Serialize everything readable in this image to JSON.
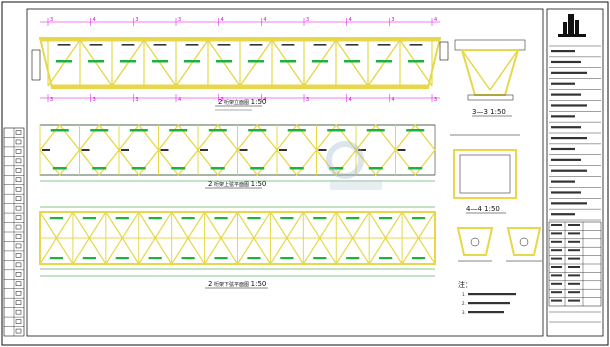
{
  "drawing": {
    "top_axis_labels": [
      "3",
      "4",
      "3",
      "3",
      "4",
      "4",
      "3",
      "4",
      "3",
      "4"
    ],
    "bottom_axis_labels": [
      "3",
      "3",
      "3",
      "4",
      "3",
      "4",
      "3",
      "4",
      "4",
      "3"
    ],
    "views": {
      "elevation_scale": "1:50",
      "plan_a_scale": "1:50",
      "plan_b_scale": "1:50",
      "section_3_title": "3—3 1:50",
      "section_4_title": "4—4 1:50"
    },
    "notes_heading": "注：",
    "notes_count": 3,
    "left_strip_rows": 22,
    "title_block_rows": 16
  },
  "colors": {
    "truss": "#e6d84a",
    "member_green": "#1db23a",
    "dimension": "#1a8a1a",
    "axis_magenta": "#e000e0",
    "ink": "#111111"
  }
}
